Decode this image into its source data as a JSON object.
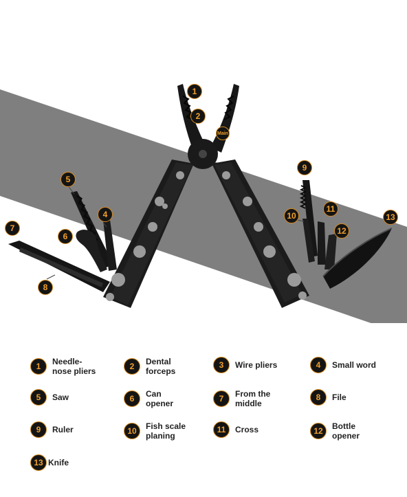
{
  "colors": {
    "band": "#7f7f7f",
    "tool_body": "#1b1b1b",
    "marker_fill": "#141414",
    "marker_ring": "#d98a1c",
    "marker_text": "#f2a02b"
  },
  "image_markers": [
    {
      "label": "1"
    },
    {
      "label": "2"
    },
    {
      "label": "Main"
    },
    {
      "label": "4"
    },
    {
      "label": "5"
    },
    {
      "label": "6"
    },
    {
      "label": "7"
    },
    {
      "label": "8"
    },
    {
      "label": "9"
    },
    {
      "label": "10"
    },
    {
      "label": "11"
    },
    {
      "label": "12"
    },
    {
      "label": "13"
    }
  ],
  "legend": [
    {
      "number": "1",
      "label": "Needle-\nnose pliers"
    },
    {
      "number": "2",
      "label": "Dental\nforceps"
    },
    {
      "number": "3",
      "label": "Wire pliers"
    },
    {
      "number": "4",
      "label": "Small word"
    },
    {
      "number": "5",
      "label": "Saw"
    },
    {
      "number": "6",
      "label": "Can\nopener"
    },
    {
      "number": "7",
      "label": "From the\nmiddle"
    },
    {
      "number": "8",
      "label": "File"
    },
    {
      "number": "9",
      "label": "Ruler"
    },
    {
      "number": "10",
      "label": "Fish scale\nplaning"
    },
    {
      "number": "11",
      "label": "Cross"
    },
    {
      "number": "12",
      "label": "Bottle\nopener"
    },
    {
      "number": "13",
      "label": "Knife"
    }
  ]
}
